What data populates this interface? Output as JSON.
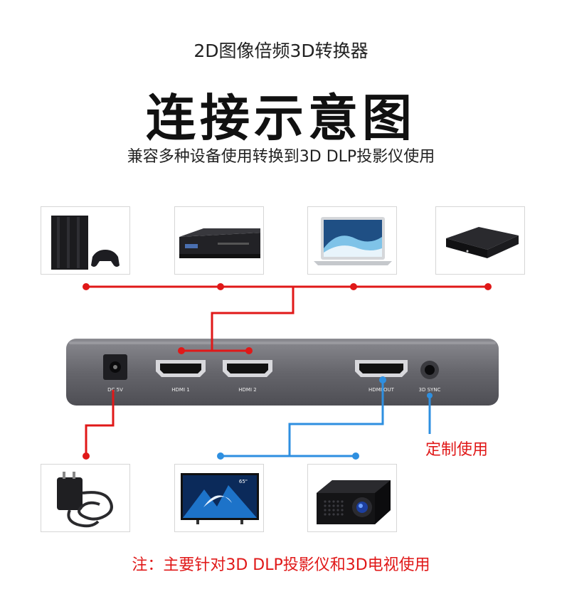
{
  "header": {
    "subtitle": "2D图像倍频3D转换器",
    "title": "连接示意图",
    "caption": "兼容多种设备使用转换到3D DLP投影仪使用"
  },
  "sources": [
    {
      "icon": "game-console-icon"
    },
    {
      "icon": "bluray-player-icon"
    },
    {
      "icon": "laptop-icon"
    },
    {
      "icon": "tv-box-icon"
    }
  ],
  "converter": {
    "ports": {
      "dc": "DC 5V",
      "hdmi1": "HDMI 1",
      "hdmi2": "HDMI 2",
      "hdmi_out": "HDMI OUT",
      "sync": "3D SYNC"
    }
  },
  "outputs": [
    {
      "icon": "power-adapter-icon"
    },
    {
      "icon": "tv-icon",
      "badge": "65\""
    },
    {
      "icon": "projector-icon"
    }
  ],
  "custom_label": "定制使用",
  "note": "注：主要针对3D DLP投影仪和3D电视使用",
  "colors": {
    "input_line": "#e01818",
    "output_line": "#2e8fe0",
    "device_body": "#6b6b70"
  }
}
